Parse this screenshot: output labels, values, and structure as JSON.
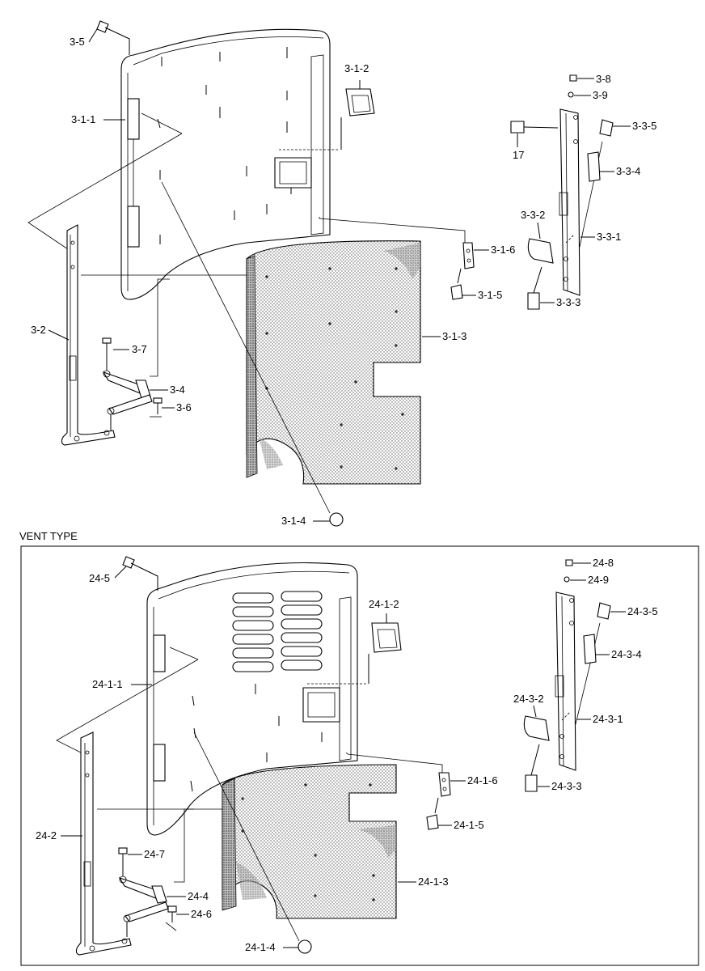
{
  "section_title": "VENT TYPE",
  "labels_top": {
    "l_3_5": "3-5",
    "l_3_1_1": "3-1-1",
    "l_3_1_2": "3-1-2",
    "l_3_2": "3-2",
    "l_3_7": "3-7",
    "l_3_4": "3-4",
    "l_3_6": "3-6",
    "l_3_1_4": "3-1-4",
    "l_3_1_3": "3-1-3",
    "l_3_1_6": "3-1-6",
    "l_3_1_5": "3-1-5",
    "l_3_8": "3-8",
    "l_3_9": "3-9",
    "l_3_3_5": "3-3-5",
    "l_17": "17",
    "l_3_3_4": "3-3-4",
    "l_3_3_2": "3-3-2",
    "l_3_3_1": "3-3-1",
    "l_3_3_3": "3-3-3"
  },
  "labels_bottom": {
    "l_24_5": "24-5",
    "l_24_1_1": "24-1-1",
    "l_24_1_2": "24-1-2",
    "l_24_2": "24-2",
    "l_24_7": "24-7",
    "l_24_4": "24-4",
    "l_24_6": "24-6",
    "l_24_1_4": "24-1-4",
    "l_24_1_3": "24-1-3",
    "l_24_1_6": "24-1-6",
    "l_24_1_5": "24-1-5",
    "l_24_8": "24-8",
    "l_24_9": "24-9",
    "l_24_3_5": "24-3-5",
    "l_24_3_4": "24-3-4",
    "l_24_3_2": "24-3-2",
    "l_24_3_1": "24-3-1",
    "l_24_3_3": "24-3-3"
  }
}
